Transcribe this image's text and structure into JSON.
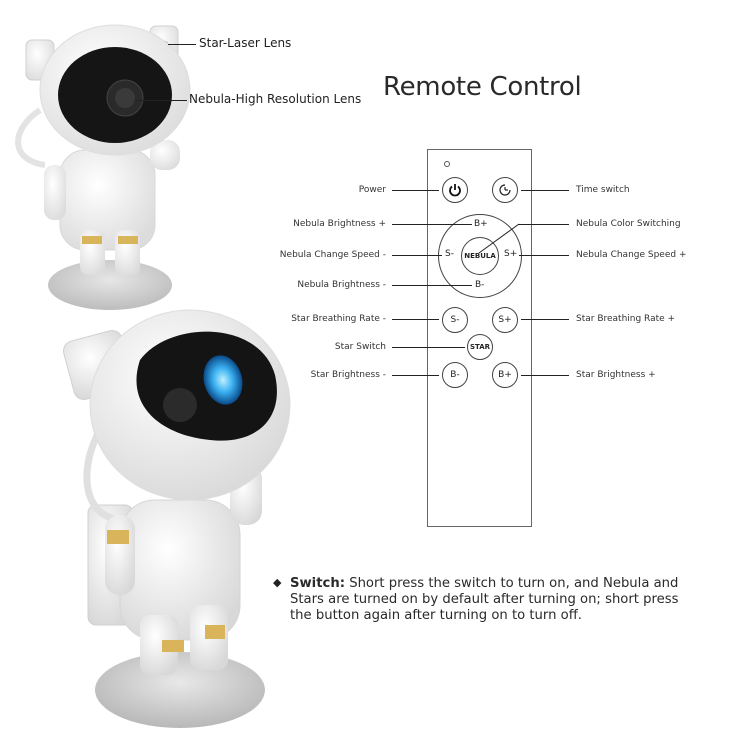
{
  "top_callouts": {
    "star_laser_lens": "Star-Laser Lens",
    "nebula_lens": "Nebula-High Resolution Lens"
  },
  "title": "Remote Control",
  "remote": {
    "buttons": {
      "power": "power-icon",
      "timer": "timer-icon",
      "nebula_b_plus": "B+",
      "nebula_b_minus": "B-",
      "nebula_s_minus": "S-",
      "nebula_s_plus": "S+",
      "nebula": "NEBULA",
      "star_s_minus": "S-",
      "star_s_plus": "S+",
      "star": "STAR",
      "star_b_minus": "B-",
      "star_b_plus": "B+"
    },
    "labels_left": [
      "Power",
      "Nebula Brightness +",
      "Nebula Change Speed -",
      "Nebula Brightness -",
      "Star Breathing Rate -",
      "Star Switch",
      "Star Brightness -"
    ],
    "labels_right": [
      "Time switch",
      "Nebula Color Switching",
      "Nebula Change Speed +",
      "Star Breathing Rate +",
      "Star Brightness +"
    ]
  },
  "description": {
    "bullet": "◆",
    "heading": "Switch:",
    "text": " Short press the switch to turn on, and Nebula and Stars are turned on by default after turning on; short press the button again after turning on to turn off."
  },
  "colors": {
    "text": "#222222",
    "helmet_visor": "#111111",
    "nebula_glow": "#3ab0f0",
    "gold_accent": "#d9b45a",
    "body_white": "#f3f3f3"
  }
}
